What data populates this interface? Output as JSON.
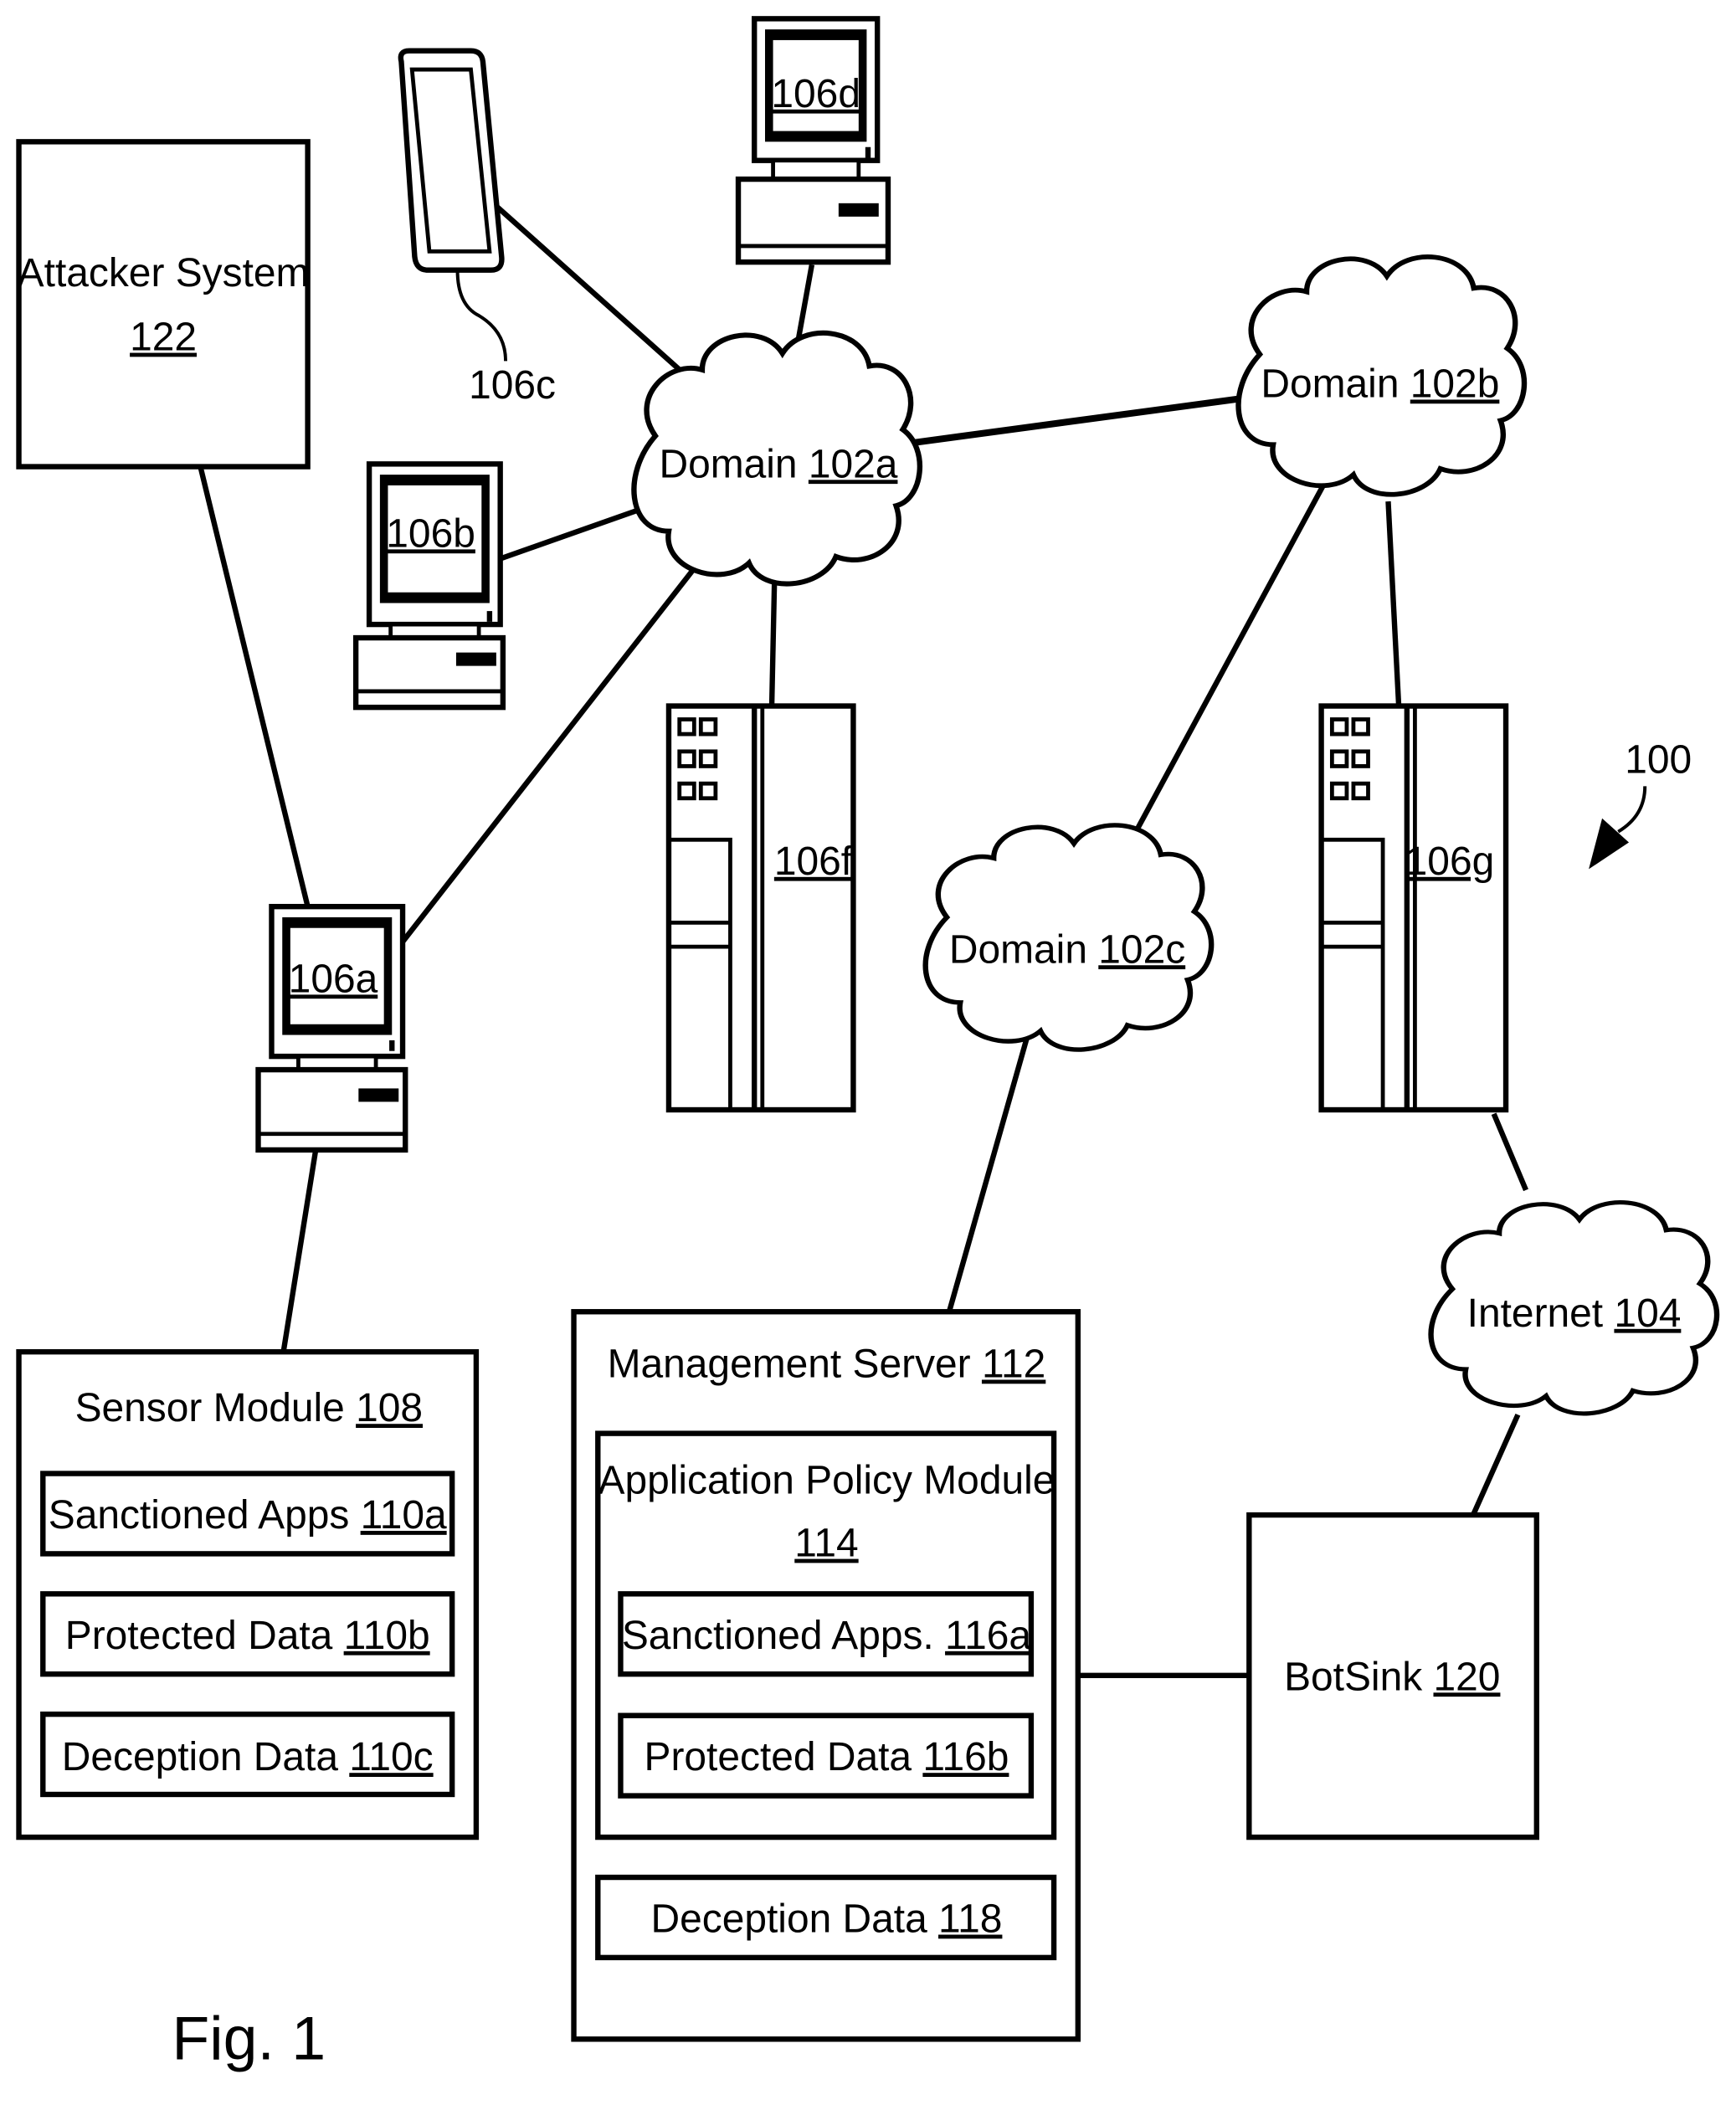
{
  "figure": {
    "caption": "Fig. 1",
    "reference": "100"
  },
  "nodes": {
    "attacker": {
      "name": "Attacker System",
      "ref": "122"
    },
    "domain_a": {
      "name": "Domain ",
      "ref": "102a"
    },
    "domain_b": {
      "name": "Domain ",
      "ref": "102b"
    },
    "domain_c": {
      "name": "Domain ",
      "ref": "102c"
    },
    "internet": {
      "name": "Internet ",
      "ref": "104"
    },
    "dev_a": {
      "ref": "106a"
    },
    "dev_b": {
      "ref": "106b"
    },
    "dev_c": {
      "ref": "106c"
    },
    "dev_d": {
      "ref": "106d"
    },
    "dev_f": {
      "ref": "106f"
    },
    "dev_g": {
      "ref": "106g"
    },
    "sensor": {
      "name": "Sensor Module ",
      "ref": "108",
      "items": [
        {
          "name": "Sanctioned Apps ",
          "ref": "110a"
        },
        {
          "name": "Protected Data ",
          "ref": "110b"
        },
        {
          "name": "Deception Data ",
          "ref": "110c"
        }
      ]
    },
    "mgmt": {
      "name": "Management Server ",
      "ref": "112",
      "policy": {
        "name": "Application Policy Module",
        "ref": "114",
        "items": [
          {
            "name": "Sanctioned Apps. ",
            "ref": "116a"
          },
          {
            "name": "Protected Data ",
            "ref": "116b"
          }
        ]
      },
      "deception": {
        "name": "Deception Data ",
        "ref": "118"
      }
    },
    "botsink": {
      "name": "BotSink ",
      "ref": "120"
    }
  }
}
